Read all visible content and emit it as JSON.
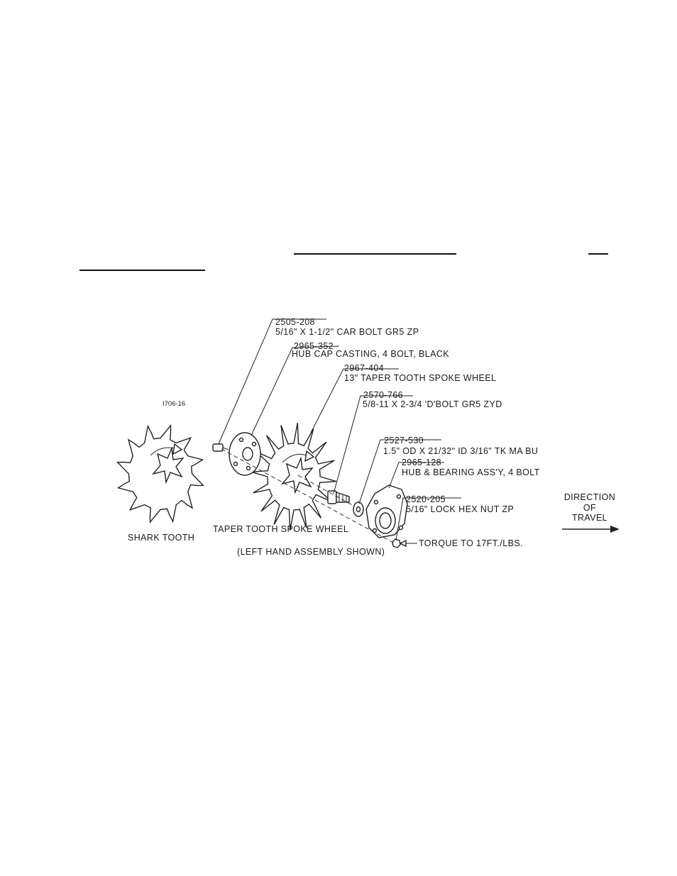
{
  "drawing_id": "I706-16",
  "wheels": {
    "shark_tooth": "SHARK TOOTH",
    "taper_tooth": "TAPER TOOTH SPOKE WHEEL",
    "assembly_note": "(LEFT HAND ASSEMBLY SHOWN)"
  },
  "callouts": [
    {
      "part_no": "2505-208",
      "desc": "5/16\" X 1-1/2\" CAR BOLT GR5 ZP"
    },
    {
      "part_no": "2965-352",
      "desc": "HUB CAP CASTING, 4 BOLT, BLACK"
    },
    {
      "part_no": "2967-404",
      "desc": "13\" TAPER TOOTH SPOKE WHEEL"
    },
    {
      "part_no": "2570-766",
      "desc": "5/8-11 X 2-3/4 'D'BOLT GR5 ZYD"
    },
    {
      "part_no": "2527-530",
      "desc": "1.5\" OD X 21/32\" ID 3/16\" TK MA BU"
    },
    {
      "part_no": "2965-128",
      "desc": "HUB & BEARING ASS'Y, 4 BOLT"
    },
    {
      "part_no": "2520-205",
      "desc": "5/16\" LOCK HEX NUT ZP"
    }
  ],
  "torque_note": "TORQUE TO 17FT./LBS.",
  "direction": {
    "line1": "DIRECTION",
    "line2": "OF",
    "line3": "TRAVEL"
  }
}
